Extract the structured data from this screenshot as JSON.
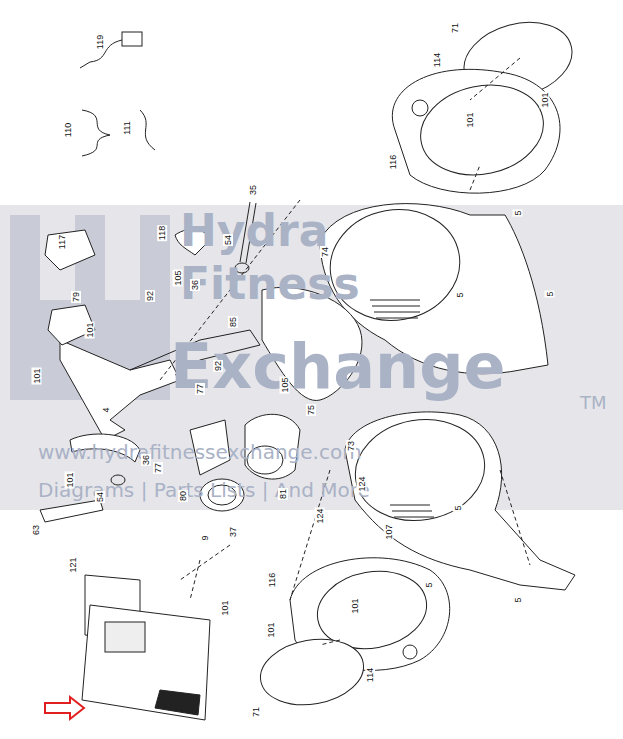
{
  "diagram": {
    "labels": [
      "119",
      "110",
      "111",
      "71",
      "114",
      "101",
      "101",
      "116",
      "35",
      "5",
      "117",
      "118",
      "54",
      "74",
      "105",
      "92",
      "36",
      "79",
      "5",
      "5",
      "101",
      "85",
      "101",
      "77",
      "92",
      "105",
      "4",
      "75",
      "73",
      "36",
      "77",
      "101",
      "54",
      "80",
      "81",
      "124",
      "124",
      "37",
      "5",
      "63",
      "9",
      "107",
      "121",
      "116",
      "5",
      "101",
      "101",
      "5",
      "101",
      "114",
      "71",
      "Hydra",
      "Fitness",
      "Exchange",
      "TM",
      "www.hydrafitnessexchange.com",
      "Diagrams | Parts Lists | And More"
    ]
  }
}
